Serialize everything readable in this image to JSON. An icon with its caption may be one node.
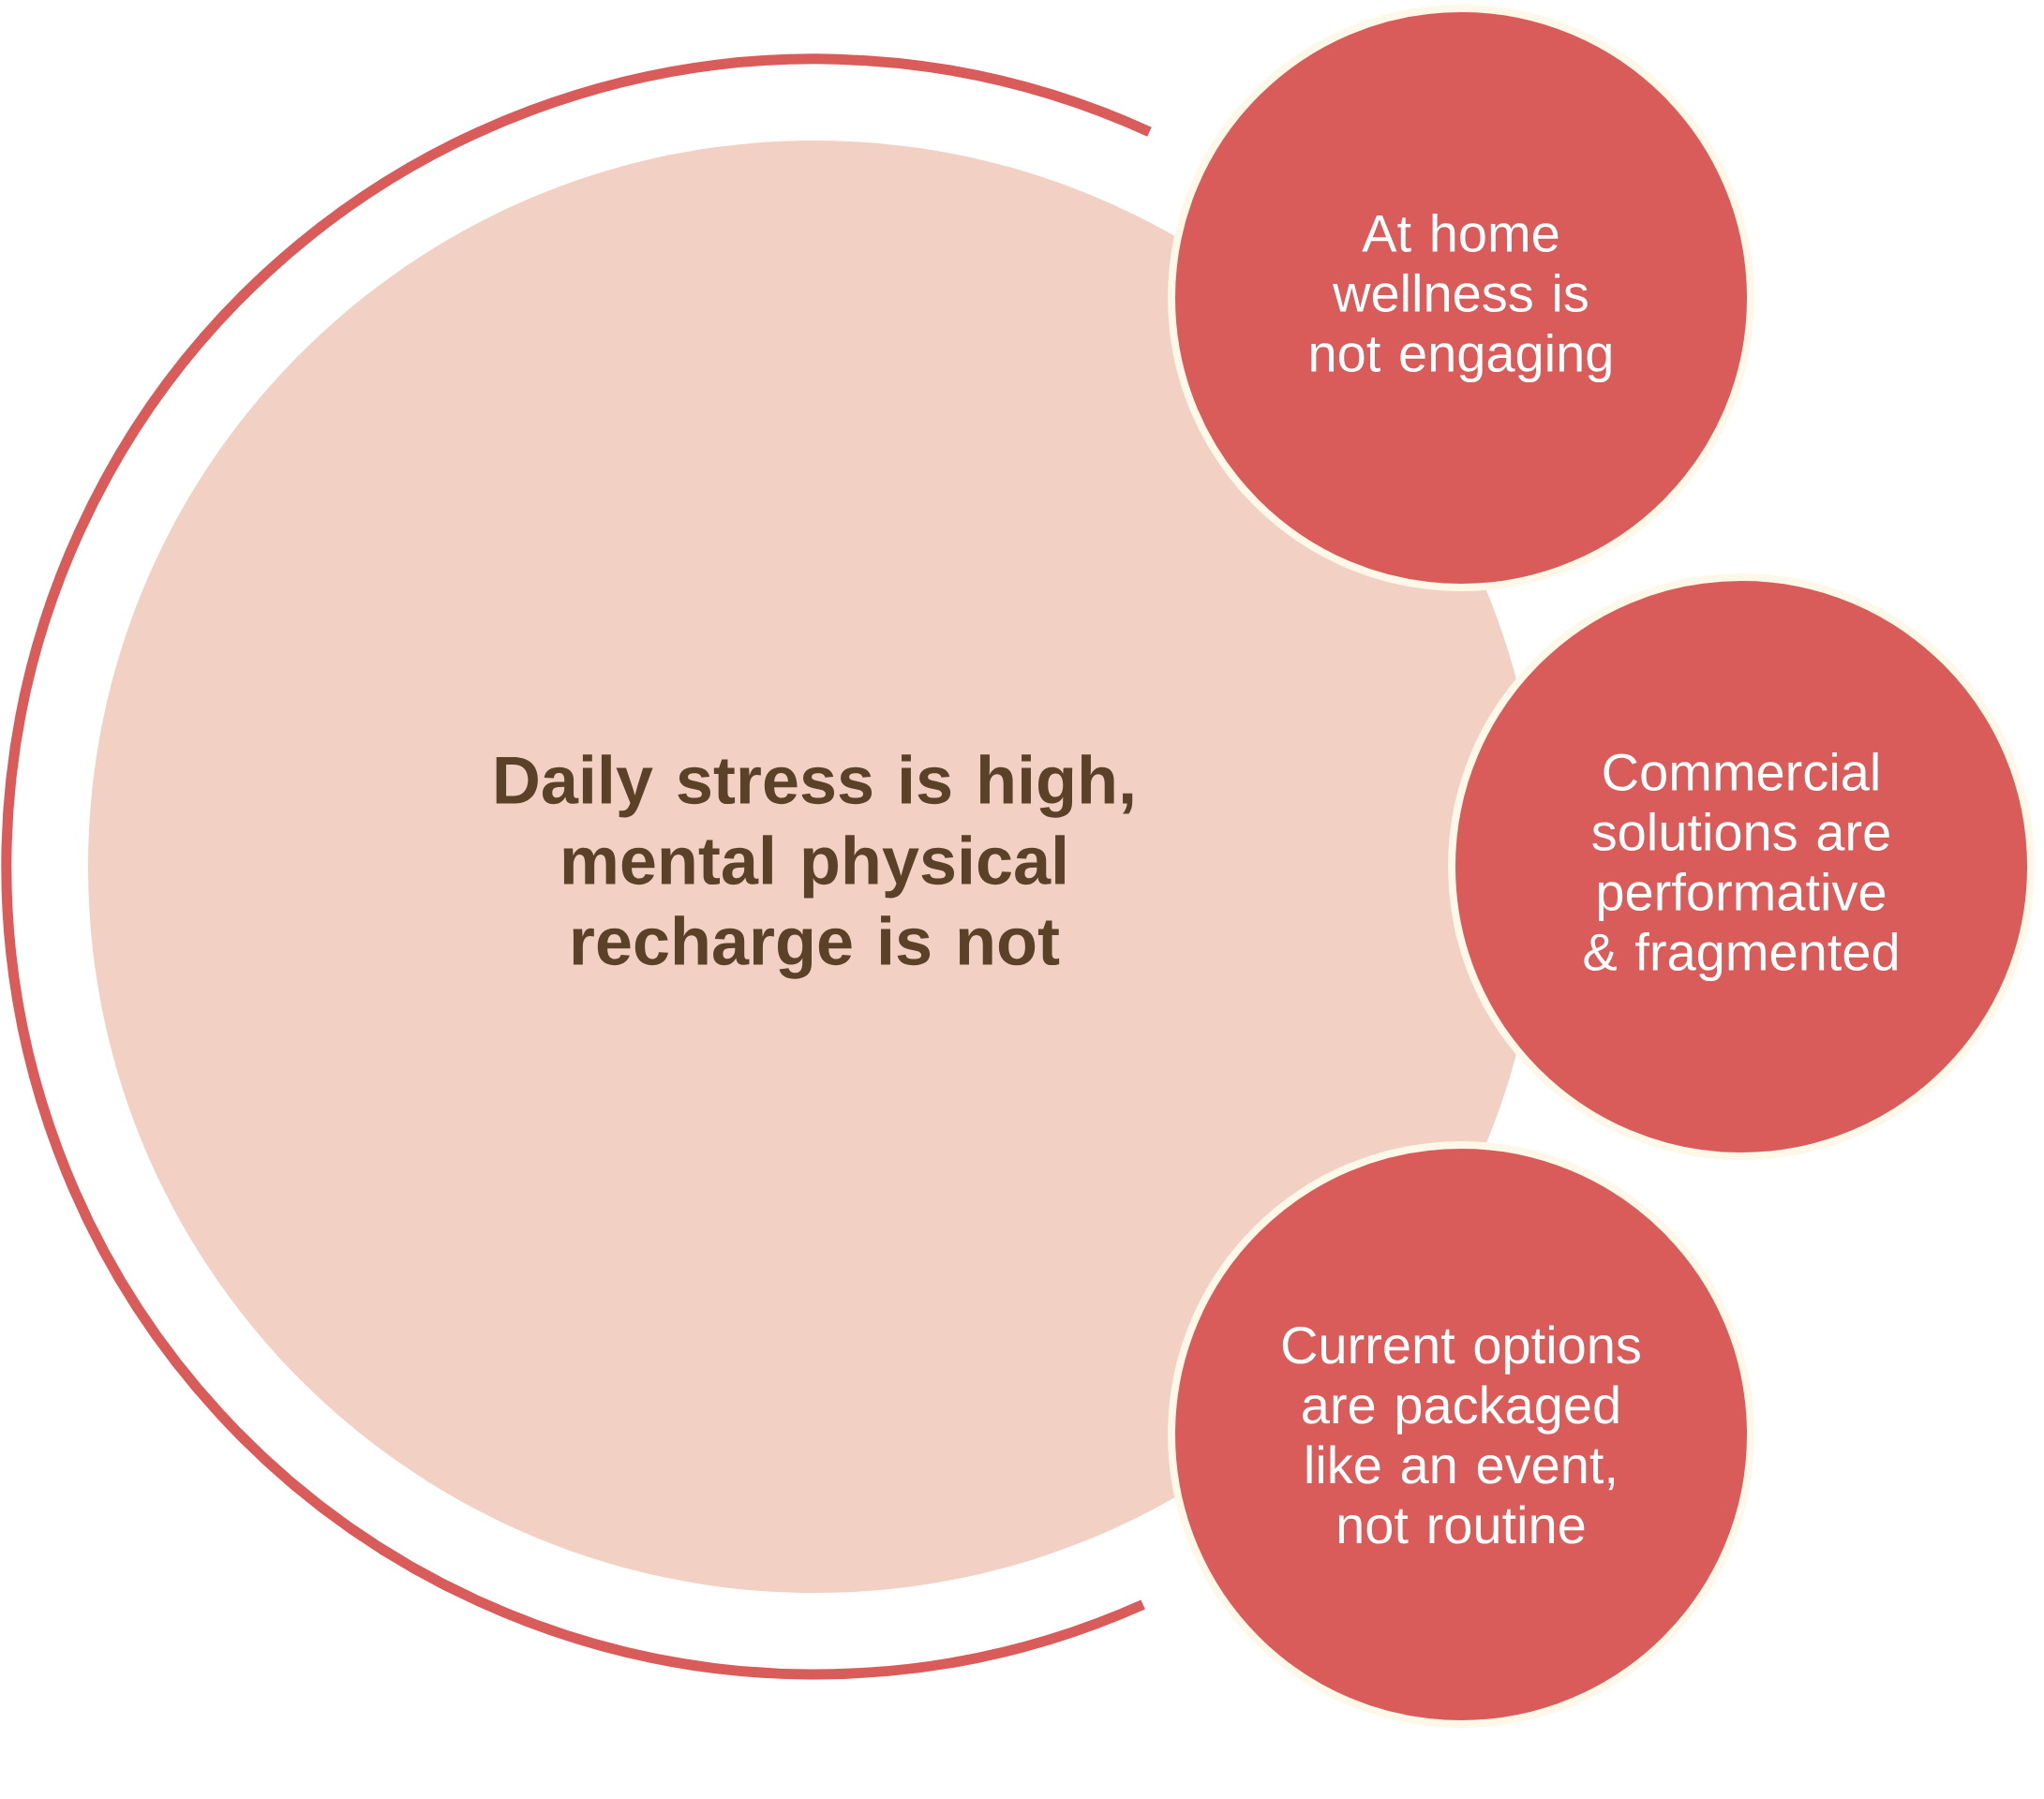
{
  "diagram": {
    "nodes": [
      {
        "text": [
          "Daily stress is high, mental physical recharge is not"
        ]
      },
      {
        "text": [
          "At home wellness is not engaging"
        ]
      },
      {
        "text": [
          "Commercial solutions are performative & fragmented"
        ]
      },
      {
        "text": [
          "Current options are packaged like an event, not routine"
        ]
      }
    ]
  }
}
